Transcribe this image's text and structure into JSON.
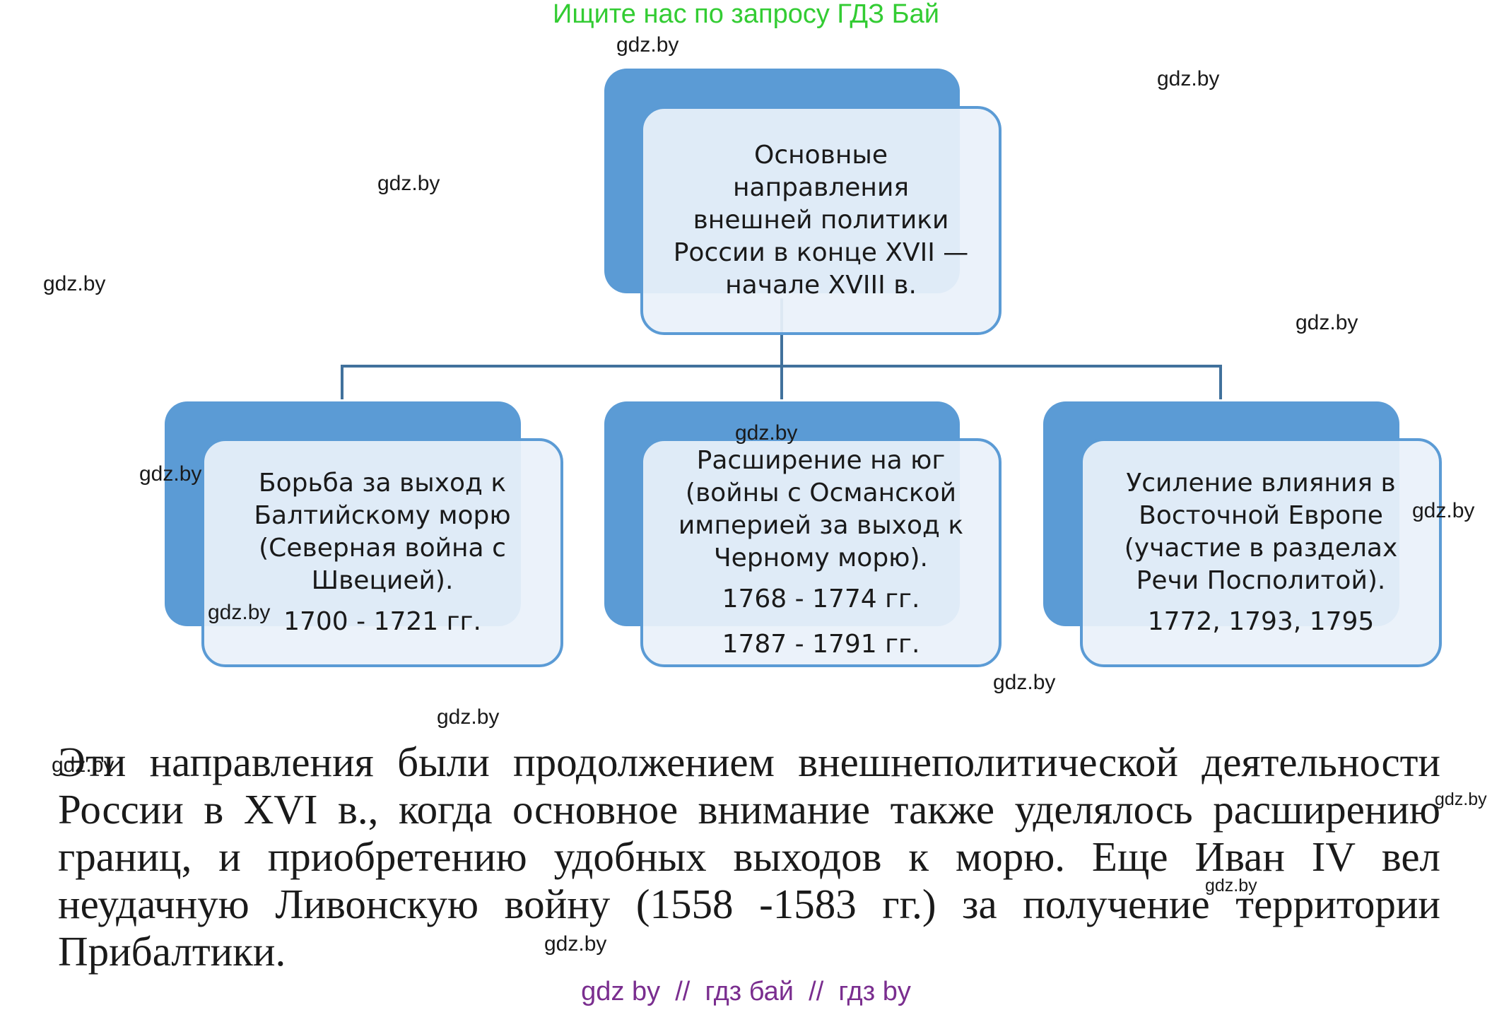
{
  "banner": "Ищите нас по запросу ГДЗ Бай",
  "root_box": {
    "text": "Основные направления внешней политики России в конце XVII — начале XVIII в."
  },
  "boxes": [
    {
      "text": "Борьба за выход к Балтийскому морю (Северная война с Швецией).",
      "dates": [
        "1700 - 1721 гг."
      ]
    },
    {
      "text": "Расширение на юг (войны с Османской империей за выход к Черному морю).",
      "dates": [
        "1768 - 1774 гг.",
        "1787 - 1791 гг."
      ]
    },
    {
      "text": "Усиление влияния в Восточной Европе (участие в разделах Речи Посполитой).",
      "dates": [
        "1772, 1793, 1795"
      ]
    }
  ],
  "paragraph": "Эти направления были продолжением внешнеполитической деятельности России в XVI в., когда основное внимание также уделялось расширению границ, и приобретению удобных выходов к морю. Еще Иван IV вел неудачную Ливонскую войну (1558 -1583 гг.) за получение территории Прибалтики.",
  "watermark": "gdz.by",
  "footer": "gdz by  //  гдз бай  //  гдз by",
  "colors": {
    "banner": "#33cc33",
    "box_fill": "#5b9bd5",
    "connector": "#41719c",
    "footer": "#7a2e8f"
  }
}
